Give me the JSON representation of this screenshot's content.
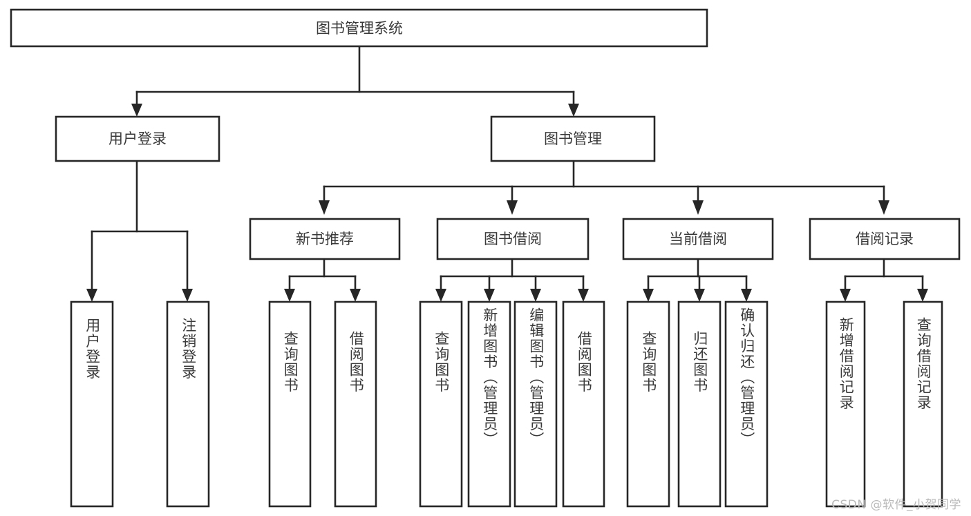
{
  "diagram": {
    "type": "tree-hierarchy-chart",
    "title_node": {
      "label": "图书管理系统"
    },
    "level2": [
      {
        "id": "user-login",
        "label": "用户登录"
      },
      {
        "id": "book-management",
        "label": "图书管理"
      }
    ],
    "level3": [
      {
        "id": "new-book-recommend",
        "label": "新书推荐"
      },
      {
        "id": "book-borrow",
        "label": "图书借阅"
      },
      {
        "id": "current-borrow",
        "label": "当前借阅"
      },
      {
        "id": "borrow-record",
        "label": "借阅记录"
      }
    ],
    "leaves": {
      "user-login": [
        {
          "id": "leaf-user-login",
          "label": "用户登录"
        },
        {
          "id": "leaf-logout-login",
          "label": "注销登录"
        }
      ],
      "new-book-recommend": [
        {
          "id": "leaf-query-book-1",
          "label": "查询图书"
        },
        {
          "id": "leaf-borrow-book-1",
          "label": "借阅图书"
        }
      ],
      "book-borrow": [
        {
          "id": "leaf-query-book-2",
          "label": "查询图书"
        },
        {
          "id": "leaf-add-book",
          "label": "新增图书（管理员）"
        },
        {
          "id": "leaf-edit-book",
          "label": "编辑图书（管理员）"
        },
        {
          "id": "leaf-borrow-book-2",
          "label": "借阅图书"
        }
      ],
      "current-borrow": [
        {
          "id": "leaf-query-book-3",
          "label": "查询图书"
        },
        {
          "id": "leaf-return-book",
          "label": "归还图书"
        },
        {
          "id": "leaf-confirm-return",
          "label": "确认归还（管理员）"
        }
      ],
      "borrow-record": [
        {
          "id": "leaf-add-borrow-record",
          "label": "新增借阅记录"
        },
        {
          "id": "leaf-query-borrow-record",
          "label": "查询借阅记录"
        }
      ]
    }
  },
  "watermark": {
    "text": "CSDN @软件_小贺同学"
  },
  "colors": {
    "stroke": "#262626",
    "box_fill": "#ffffff",
    "text": "#3a3a3a",
    "watermark": "#b9b9b9",
    "background": "#ffffff"
  }
}
